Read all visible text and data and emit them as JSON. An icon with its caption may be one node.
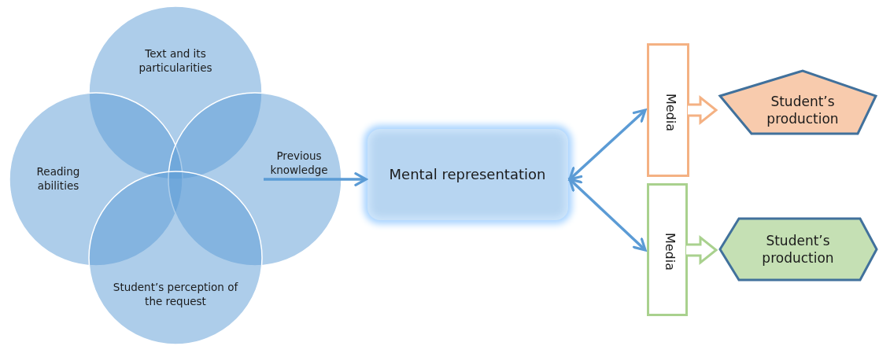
{
  "diagram": {
    "nodes": [
      {
        "text": [
          "Text and its particularities"
        ]
      },
      {
        "text": [
          "Reading abilities"
        ]
      },
      {
        "text": [
          "Previous knowledge"
        ]
      },
      {
        "text": [
          "Student’s perception of the request"
        ]
      },
      {
        "text": [
          "Mental representation"
        ]
      },
      {
        "text": [
          "Media"
        ]
      },
      {
        "text": [
          "Media"
        ]
      },
      {
        "text": [
          "Student’s production"
        ]
      },
      {
        "text": [
          "Student’s production"
        ]
      }
    ],
    "edges": [
      {
        "from": 2,
        "to": 4,
        "arrow": "to"
      },
      {
        "from": 4,
        "to": 5,
        "arrow": "both"
      },
      {
        "from": 4,
        "to": 6,
        "arrow": "both"
      },
      {
        "from": 5,
        "to": 7,
        "arrow": "to",
        "style": "thick",
        "color": "#f4b183"
      },
      {
        "from": 6,
        "to": 8,
        "arrow": "to",
        "style": "thick",
        "color": "#a9d18e"
      }
    ]
  }
}
